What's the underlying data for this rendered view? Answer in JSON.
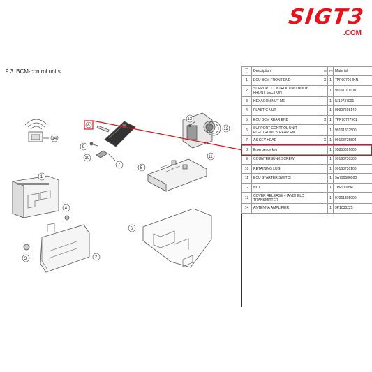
{
  "brand": {
    "logo_main": "SIGT3",
    "logo_domain": ".COM",
    "accent": "#e8111b"
  },
  "section": {
    "number": "9.3",
    "title": "BCM-control units"
  },
  "table": {
    "headers": {
      "num": "Item no.",
      "description": "Description",
      "mark": "lbl",
      "qty": "Pc.",
      "material": "Material"
    },
    "rows": [
      {
        "num": "1",
        "description": "ECU BCM FRONT END",
        "mark": "X",
        "qty": "1",
        "material": "7PP907064KN"
      },
      {
        "num": "2",
        "description": "SUPPORT CONTROL UNIT BODY FRONT SECTION",
        "mark": "",
        "qty": "1",
        "material": "99161011100"
      },
      {
        "num": "3",
        "description": "HEXAGON NUT M6",
        "mark": "",
        "qty": "1",
        "material": "N 10737001"
      },
      {
        "num": "4",
        "description": "PLASTIC NUT",
        "mark": "",
        "qty": "1",
        "material": "99907608140"
      },
      {
        "num": "5",
        "description": "ECU BCM REAR END",
        "mark": "X",
        "qty": "1",
        "material": "7PP907279CL"
      },
      {
        "num": "6",
        "description": "SUPPORT CONTROL UNIT ELECTRONICS REAR EN",
        "mark": "",
        "qty": "1",
        "material": "99161832500"
      },
      {
        "num": "7",
        "description": "AS KEY HEAD",
        "mark": "X",
        "qty": "1",
        "material": "99163725804"
      },
      {
        "num": "8",
        "description": "Emergency key",
        "mark": "",
        "qty": "1",
        "material": "95853691600"
      },
      {
        "num": "9",
        "description": "COUNTERSUNK SCREW",
        "mark": "",
        "qty": "1",
        "material": "99163730300"
      },
      {
        "num": "10",
        "description": "RETAINING LUG",
        "mark": "",
        "qty": "1",
        "material": "99163730100"
      },
      {
        "num": "11",
        "description": "ECU STARTER SWITCH",
        "mark": "",
        "qty": "1",
        "material": "9A790586500"
      },
      {
        "num": "12",
        "description": "NUT",
        "mark": "",
        "qty": "1",
        "material": "7PP911094"
      },
      {
        "num": "13",
        "description": "COVER RELEASE -HANDHELD TRANSMITTER",
        "mark": "",
        "qty": "1",
        "material": "97061895900"
      },
      {
        "num": "14",
        "description": "ANTENNA AMPLIFIER",
        "mark": "",
        "qty": "1",
        "material": "9P1035225"
      }
    ],
    "highlight_color": "#e2101a"
  },
  "diagram": {
    "callouts": [
      "1",
      "2",
      "3",
      "4",
      "5",
      "6",
      "7",
      "8",
      "9",
      "10",
      "11",
      "12",
      "13",
      "14"
    ],
    "highlighted_callout": "8"
  }
}
